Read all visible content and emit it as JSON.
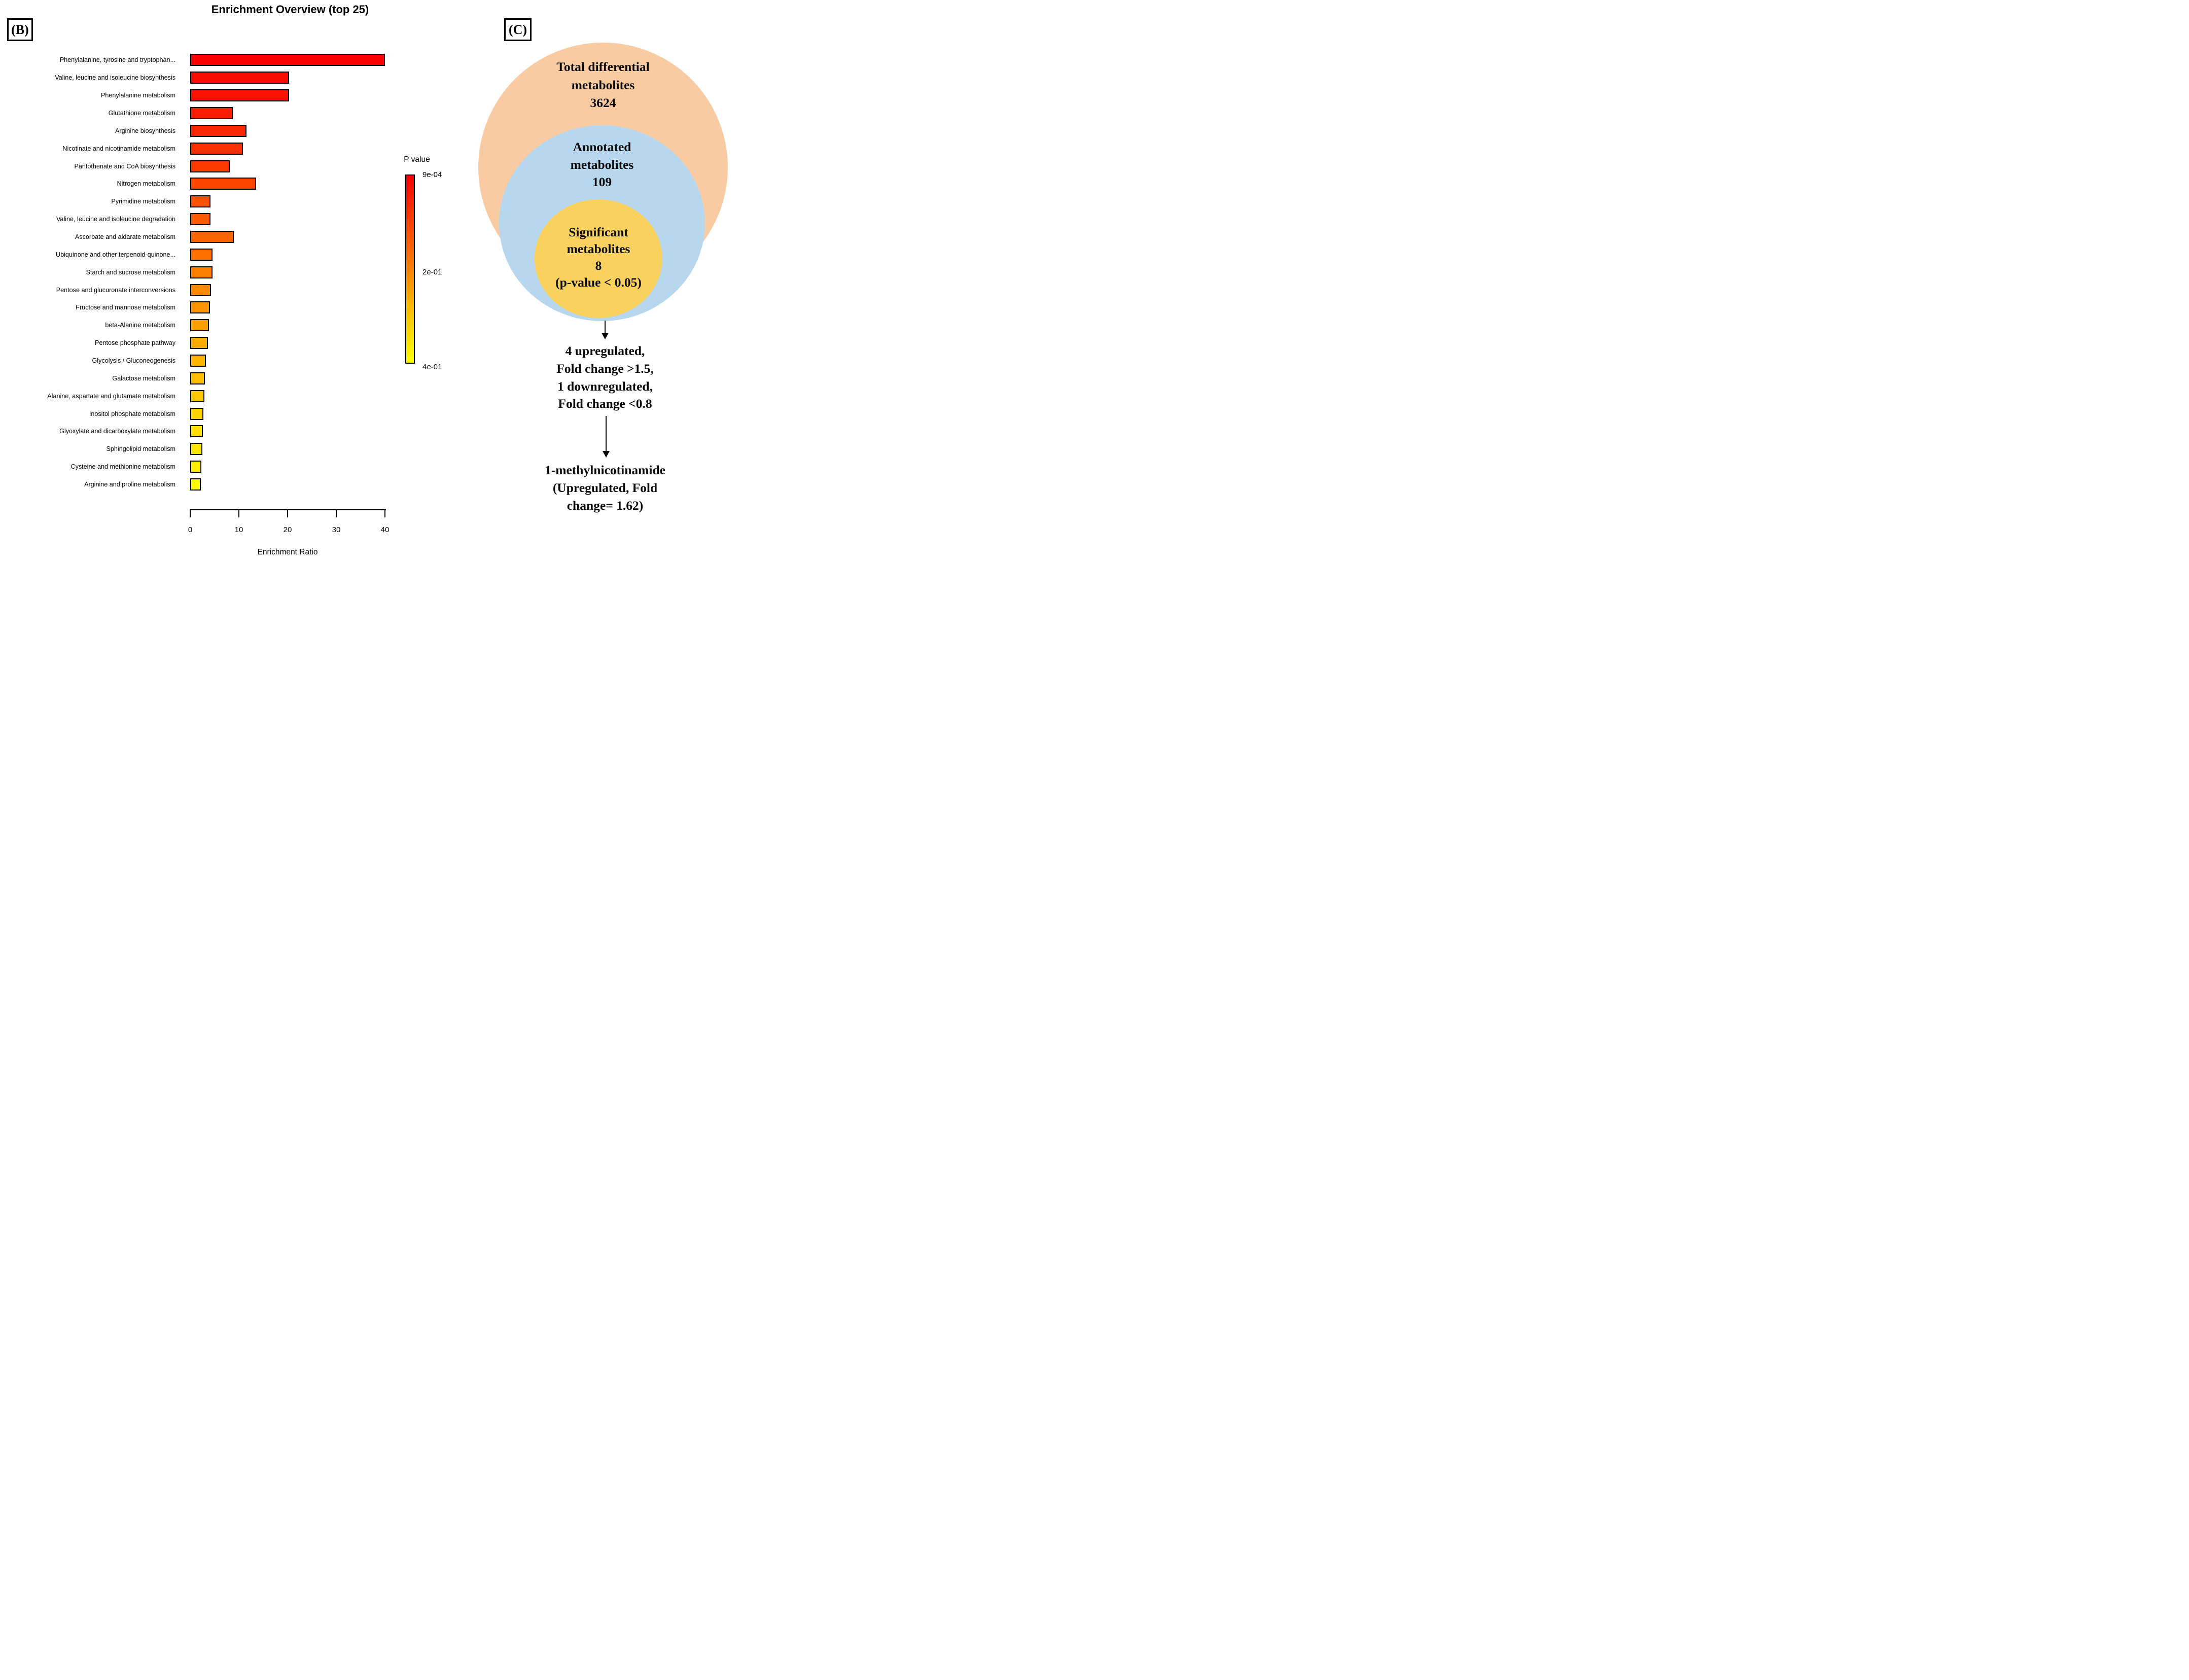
{
  "panel_b_label": "(B)",
  "panel_c_label": "(C)",
  "chart_data": {
    "type": "bar",
    "orientation": "horizontal",
    "title": "Enrichment Overview (top 25)",
    "xlabel": "Enrichment Ratio",
    "ylabel": "",
    "xlim": [
      0,
      40
    ],
    "x_ticks": [
      0,
      10,
      20,
      30,
      40
    ],
    "grid": false,
    "categories": [
      "Phenylalanine, tyrosine and tryptophan...",
      "Valine, leucine and isoleucine biosynthesis",
      "Phenylalanine metabolism",
      "Glutathione metabolism",
      "Arginine biosynthesis",
      "Nicotinate and nicotinamide metabolism",
      "Pantothenate and CoA biosynthesis",
      "Nitrogen metabolism",
      "Pyrimidine metabolism",
      "Valine, leucine and isoleucine degradation",
      "Ascorbate and aldarate metabolism",
      "Ubiquinone and other terpenoid-quinone...",
      "Starch and sucrose metabolism",
      "Pentose and glucuronate interconversions",
      "Fructose and mannose metabolism",
      "beta-Alanine metabolism",
      "Pentose phosphate pathway",
      "Glycolysis / Gluconeogenesis",
      "Galactose metabolism",
      "Alanine, aspartate and glutamate metabolism",
      "Inositol phosphate metabolism",
      "Glyoxylate and dicarboxylate metabolism",
      "Sphingolipid metabolism",
      "Cysteine and methionine metabolism",
      "Arginine and proline metabolism"
    ],
    "values": [
      40,
      20.3,
      20.3,
      8.7,
      11.6,
      10.8,
      8.1,
      13.5,
      4.2,
      4.2,
      9.0,
      4.6,
      4.6,
      4.3,
      4.1,
      3.9,
      3.6,
      3.2,
      3.0,
      2.9,
      2.7,
      2.6,
      2.5,
      2.3,
      2.2
    ],
    "bar_colors": [
      "#fb0300",
      "#fb0d00",
      "#fb1300",
      "#fb1e00",
      "#fb2700",
      "#fb3100",
      "#fb3b00",
      "#fb4500",
      "#fb5100",
      "#fb5b00",
      "#fb6500",
      "#fb7100",
      "#fb7e00",
      "#fb8a00",
      "#fb9300",
      "#fb9f00",
      "#fcaa00",
      "#fcb400",
      "#fcbe00",
      "#fcc800",
      "#fdd200",
      "#fddc00",
      "#fee600",
      "#fef000",
      "#fefa00"
    ],
    "legend": {
      "title": "P value",
      "position": "right",
      "top_label": "9e-04",
      "mid_label": "2e-01",
      "bottom_label": "4e-01",
      "gradient_stops": [
        [
          "#fa0000",
          "0%"
        ],
        [
          "#fb2e00",
          "18%"
        ],
        [
          "#fb6000",
          "38%"
        ],
        [
          "#fb9800",
          "58%"
        ],
        [
          "#fcc800",
          "76%"
        ],
        [
          "#feee00",
          "92%"
        ],
        [
          "#fefe00",
          "100%"
        ]
      ]
    }
  },
  "venn": {
    "outer": {
      "color": "#f9cba3",
      "label_lines": [
        "Total differential",
        "metabolites",
        "3624"
      ]
    },
    "middle": {
      "color": "#b7d7ee",
      "label_lines": [
        "Annotated",
        "metabolites",
        "109"
      ]
    },
    "inner": {
      "color": "#f9d15e",
      "label_lines": [
        "Significant",
        "metabolites",
        "8",
        "(p-value < 0.05)"
      ]
    }
  },
  "flow": {
    "step1_lines": [
      "4 upregulated,",
      "Fold change >1.5,",
      "1 downregulated,",
      "Fold change <0.8"
    ],
    "step2_lines": [
      "1-methylnicotinamide",
      "(Upregulated, Fold",
      "change= 1.62)"
    ]
  }
}
